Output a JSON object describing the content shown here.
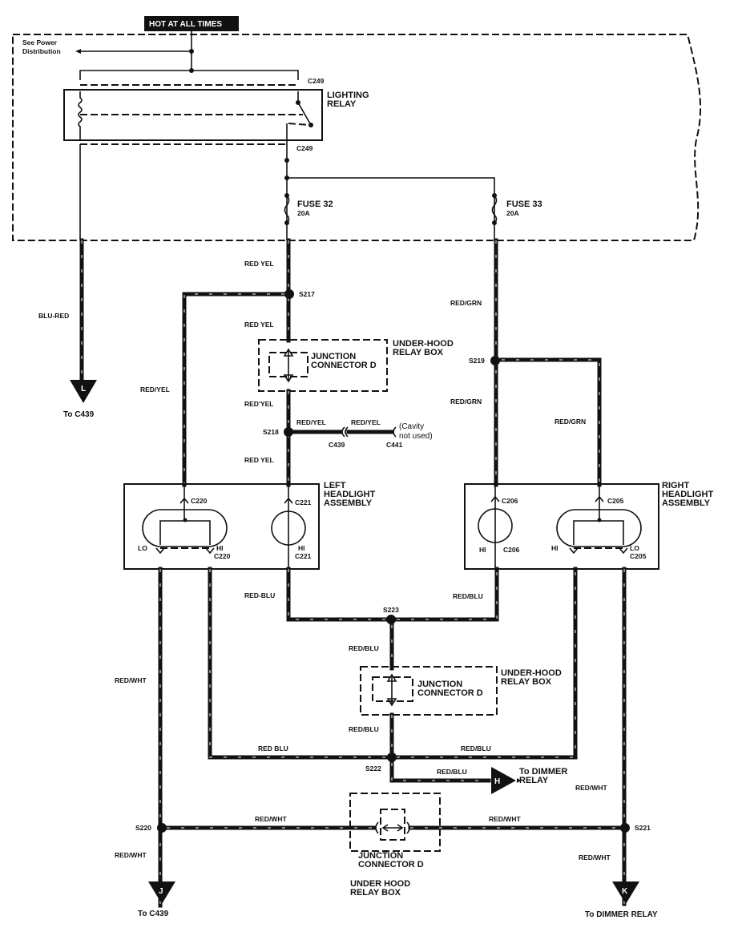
{
  "header": {
    "hot_label": "HOT AT ALL TIMES"
  },
  "power": {
    "see_label_1": "See Power",
    "see_label_2": "Distribution"
  },
  "relay": {
    "name_1": "LIGHTING",
    "name_2": "RELAY",
    "connector_top": "C249",
    "connector_bottom": "C249"
  },
  "fuses": [
    {
      "name": "FUSE 32",
      "rating": "20A"
    },
    {
      "name": "FUSE 33",
      "rating": "20A"
    }
  ],
  "wires": {
    "blu_red": "BLU-RED",
    "red_yel_1": "RED YEL",
    "red_yel_2": "RED YEL",
    "red_yel_3": "RED/YEL",
    "red_yel_4": "RED'YEL",
    "red_yel_5": "RED/YEL",
    "red_yel_6": "RED/YEL",
    "red_yel_7": "RED YEL",
    "red_grn_1": "RED/GRN",
    "red_grn_2": "RED/GRN",
    "red_grn_3": "RED/GRN",
    "red_blu_1": "RED-BLU",
    "red_blu_2": "RED/BLU",
    "red_blu_3": "RED/BLU",
    "red_blu_4": "RED/BLU",
    "red_blu_5": "RED BLU",
    "red_blu_6": "RED/BLU",
    "red_blu_7": "RED/BLU",
    "red_wht_1": "RED/WHT",
    "red_wht_2": "RED/WHT",
    "red_wht_3": "RED/WHT",
    "red_wht_4": "RED/WHT",
    "red_wht_5": "RED/WHT",
    "red_wht_6": "RED/WHT"
  },
  "splices": {
    "s217": "S217",
    "s218": "S218",
    "s219": "S219",
    "s223": "S223",
    "s222": "S222",
    "s220": "S220",
    "s221": "S221"
  },
  "junction_boxes": [
    {
      "title_1": "JUNCTION",
      "title_2": "CONNECTOR D",
      "box_1": "UNDER-HOOD",
      "box_2": "RELAY BOX"
    },
    {
      "title_1": "JUNCTION",
      "title_2": "CONNECTOR D",
      "box_1": "UNDER-HOOD",
      "box_2": "RELAY BOX"
    },
    {
      "title_1": "JUNCTION",
      "title_2": "CONNECTOR D",
      "box_1": "UNDER HOOD",
      "box_2": "RELAY BOX"
    }
  ],
  "connectors": {
    "c439": "C439",
    "c441": "C441",
    "cavity_1": "(Cavity",
    "cavity_2": "not used)",
    "c220_top": "C220",
    "c220_bot": "C220",
    "c221_top": "C221",
    "c221_bot": "C221",
    "c206_top": "C206",
    "c206_bot": "C206",
    "c205_top": "C205",
    "c205_bot": "C205"
  },
  "left_headlight": {
    "name_1": "LEFT",
    "name_2": "HEADLIGHT",
    "name_3": "ASSEMBLY",
    "lo": "LO",
    "hi": "HI",
    "hi2": "HI"
  },
  "right_headlight": {
    "name_1": "RIGHT",
    "name_2": "HEADLIGHT",
    "name_3": "ASSEMBLY",
    "lo": "LO",
    "hi": "HI",
    "hi2": "HI"
  },
  "terminals": {
    "l": {
      "letter": "L",
      "dest": "To C439"
    },
    "h": {
      "letter": "H",
      "dest_1": "To DIMMER",
      "dest_2": "RELAY"
    },
    "j": {
      "letter": "J",
      "dest": "To C439"
    },
    "k": {
      "letter": "K",
      "dest": "To DIMMER RELAY"
    }
  }
}
